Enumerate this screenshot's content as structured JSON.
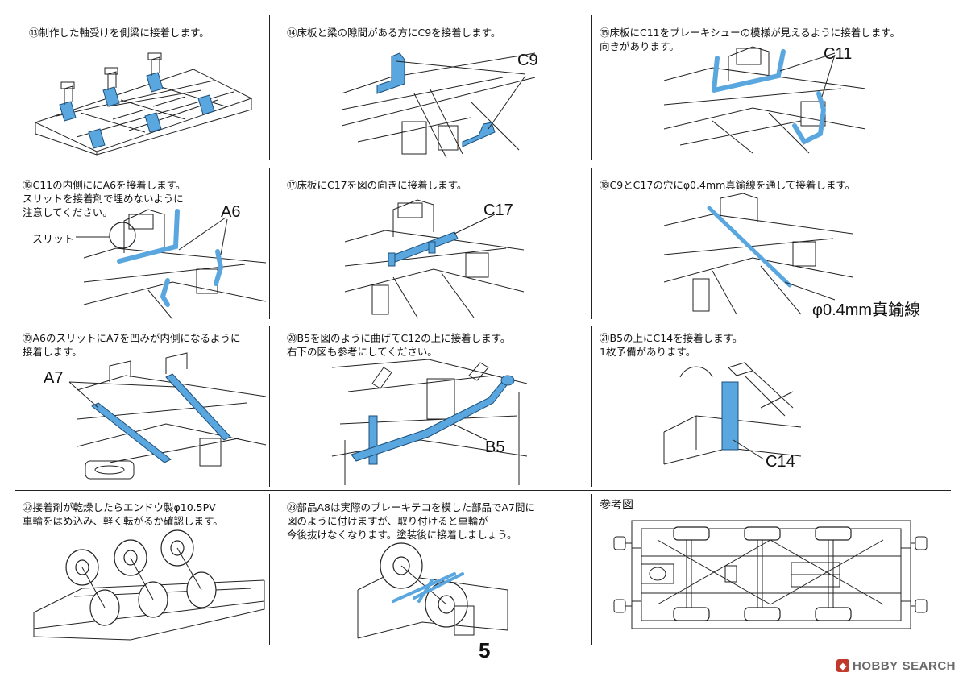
{
  "steps": [
    {
      "text": "⑬制作した軸受けを側梁に接着します。"
    },
    {
      "text": "⑭床板と梁の隙間がある方にC9を接着します。",
      "callout": "C9"
    },
    {
      "text": "⑮床板にC11をブレーキシューの模様が見えるように接着します。\n向きがあります。",
      "callout": "C11"
    },
    {
      "text": "⑯C11の内側ににA6を接着します。\nスリットを接着剤で埋めないように\n注意してください。",
      "callout": "A6",
      "callout2": "スリット"
    },
    {
      "text": "⑰床板にC17を図の向きに接着します。",
      "callout": "C17"
    },
    {
      "text": "⑱C9とC17の穴にφ0.4mm真鍮線を通して接着します。",
      "callout": "φ0.4mm真鍮線"
    },
    {
      "text": "⑲A6のスリットにA7を凹みが内側になるように\n接着します。",
      "callout": "A7"
    },
    {
      "text": "⑳B5を図のように曲げてC12の上に接着します。\n右下の図も参考にしてください。",
      "callout": "B5"
    },
    {
      "text": "㉑B5の上にC14を接着します。\n1枚予備があります。",
      "callout": "C14"
    },
    {
      "text": "㉒接着剤が乾燥したらエンドウ製φ10.5PV\n車輪をはめ込み、軽く転がるか確認します。"
    },
    {
      "text": "㉓部品A8は実際のブレーキテコを模した部品でA7間に\n図のように付けますが、取り付けると車輪が\n今後抜けなくなります。塗装後に接着しましょう。"
    },
    {
      "text": "参考図"
    }
  ],
  "page_number": "5",
  "watermark": {
    "brand1": "HOBBY",
    "brand2": "SEARCH",
    "icon": "hobby-search-logo-icon"
  },
  "colors": {
    "part_highlight": "#5aa7e0",
    "line": "#222222"
  }
}
